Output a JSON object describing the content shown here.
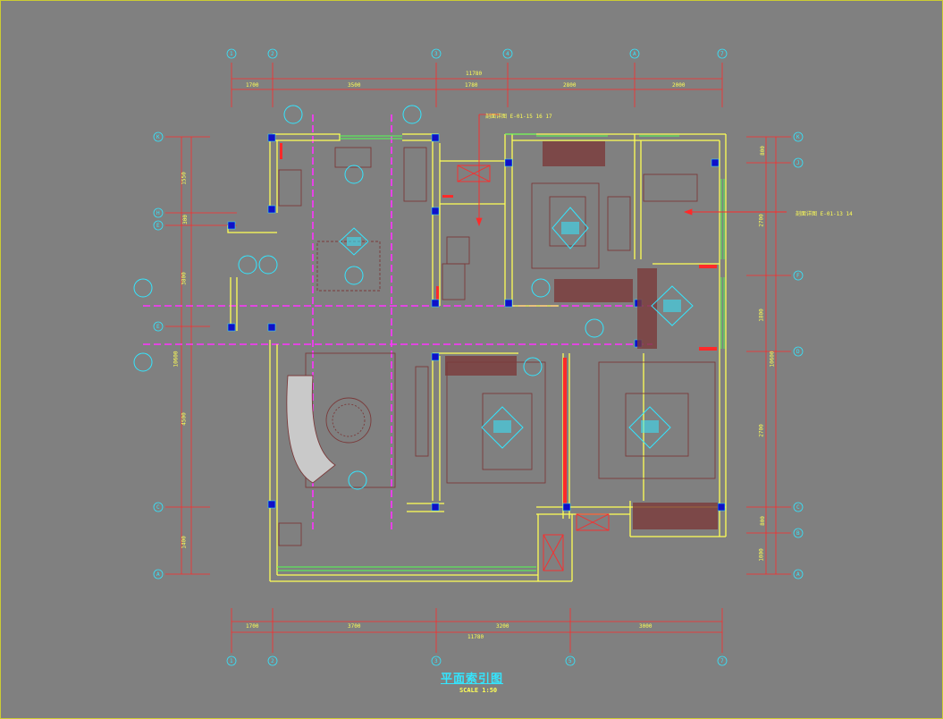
{
  "drawing": {
    "title": "平面索引图",
    "scale": "SCALE 1:50",
    "note_top": "剖面详图 E-01-15 16 17",
    "note_right": "剖面详图 E-01-13 14"
  },
  "axes": {
    "top_labels": [
      "1",
      "2",
      "3",
      "4",
      "A",
      "7"
    ],
    "bottom_labels": [
      "1",
      "2",
      "3",
      "5",
      "7"
    ],
    "left_labels": [
      "K",
      "H",
      "E",
      "E",
      "C",
      "A"
    ],
    "right_labels": [
      "K",
      "J",
      "F",
      "D",
      "C",
      "B",
      "A"
    ]
  },
  "dimensions": {
    "top_total": "11780",
    "top_segments": [
      "1700",
      "3500",
      "1780",
      "2800",
      "2000"
    ],
    "bottom_total": "11780",
    "bottom_segments": [
      "1700",
      "3700",
      "3200",
      "3000"
    ],
    "left_segments": [
      "1550",
      "300",
      "3800",
      "4500",
      "1400"
    ],
    "left_total": "10600",
    "right_segments": [
      "800",
      "2700",
      "1800",
      "2700",
      "800",
      "1000"
    ],
    "right_total": "10600"
  },
  "colors": {
    "background": "#808080",
    "wall": "#ffff55",
    "axis": "#ff2a2a",
    "index_symbol": "#33e6ff",
    "furniture": "#7a3a3a",
    "section_line": "#ff33ff",
    "column": "#1010c8",
    "window": "#55ff55"
  }
}
